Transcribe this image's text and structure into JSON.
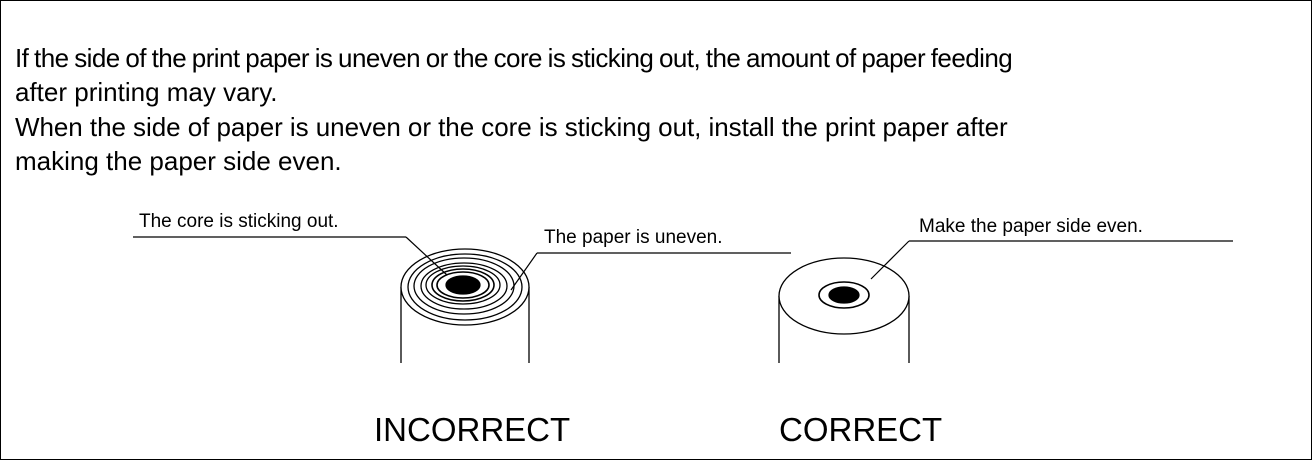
{
  "instructions": {
    "paragraph1": {
      "line1": "If the side of the print paper is uneven or the core is sticking out, the amount of paper feeding",
      "line2": "after printing may vary."
    },
    "paragraph2": {
      "line1": "When the side of paper is uneven or the core is sticking out, install the print paper after",
      "line2": "making the paper side even."
    }
  },
  "figure": {
    "incorrect": {
      "callout_core": "The core is sticking out.",
      "callout_paper": "The paper is uneven.",
      "caption": "INCORRECT"
    },
    "correct": {
      "callout_paper": "Make the paper side even.",
      "caption": "CORRECT"
    }
  }
}
